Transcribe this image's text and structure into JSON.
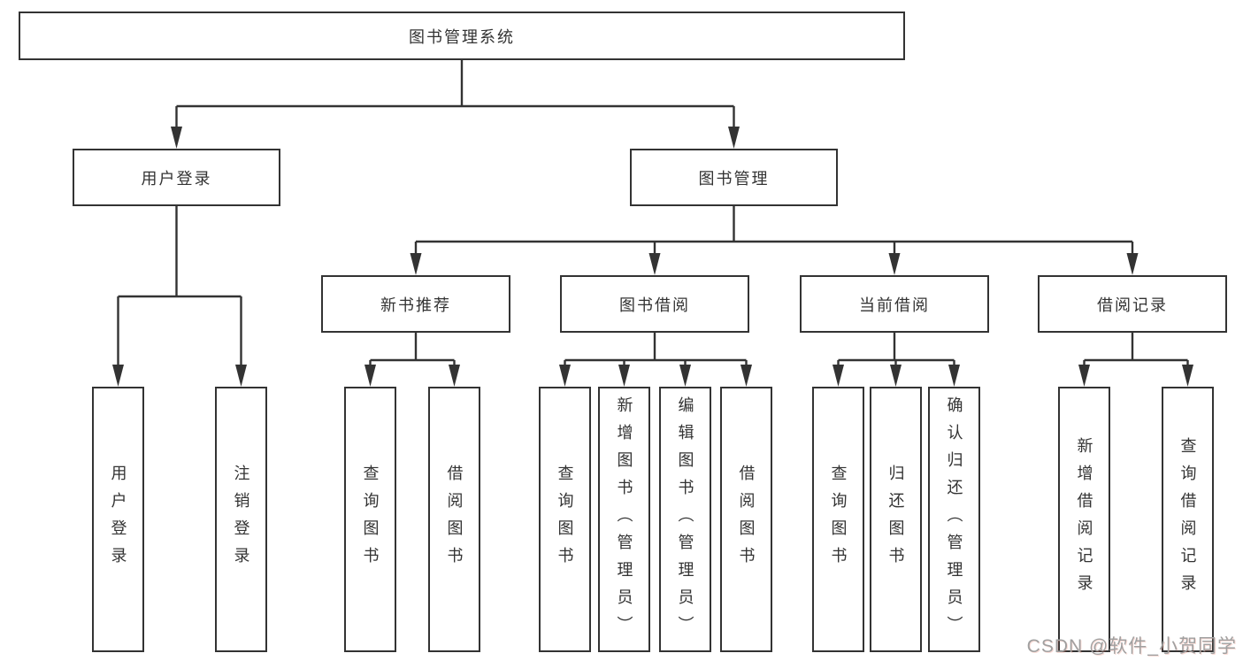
{
  "diagram": {
    "title": "图书管理系统",
    "nodes": {
      "root": "图书管理系统",
      "login": "用户登录",
      "management": "图书管理",
      "recommend": "新书推荐",
      "borrowing": "图书借阅",
      "current": "当前借阅",
      "records": "借阅记录",
      "leaves": {
        "login": [
          "用户登录",
          "注销登录"
        ],
        "recommend": [
          "查询图书",
          "借阅图书"
        ],
        "borrowing": [
          "查询图书",
          "新增图书（管理员）",
          "编辑图书（管理员）",
          "借阅图书"
        ],
        "current": [
          "查询图书",
          "归还图书",
          "确认归还（管理员）"
        ],
        "records": [
          "新增借阅记录",
          "查询借阅记录"
        ]
      }
    },
    "colors": {
      "line": "#333333",
      "box_border": "#333333",
      "text": "#333333",
      "background": "#ffffff",
      "watermark": "#a0a0a0"
    }
  },
  "watermark": {
    "text": "CSDN @软件_小贺同学"
  }
}
